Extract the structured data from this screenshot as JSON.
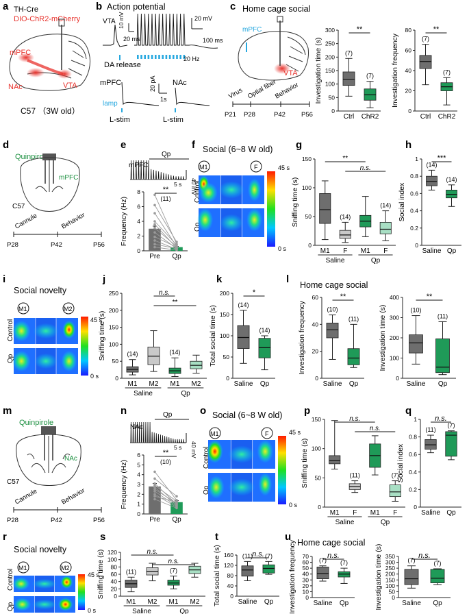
{
  "panel_letters": [
    "a",
    "b",
    "c",
    "d",
    "e",
    "f",
    "g",
    "h",
    "i",
    "j",
    "k",
    "l",
    "m",
    "n",
    "o",
    "p",
    "q",
    "r",
    "s",
    "t",
    "u"
  ],
  "a": {
    "line1": "TH-Cre",
    "line2": "DIO-ChR2-mCherry",
    "mpfc": "mPFC",
    "nac": "NAc",
    "vta": "VTA",
    "mouse": "C57 （3W old）"
  },
  "b": {
    "title": "Action potential",
    "vta": "VTA",
    "sb1_v": "10 mV",
    "sb1_t": "20 ms",
    "sb2_v": "20 mV",
    "sb2_t": "100 ms",
    "hz": "20 Hz",
    "da": "DA release",
    "mpfc": "mPFC",
    "nac": "NAc",
    "amp": "20 pA",
    "sec": "1s",
    "lamp": "lamp",
    "lstim1": "L-stim",
    "lstim2": "L-stim"
  },
  "c": {
    "title": "Home cage social",
    "mpfc": "mPFC",
    "vta": "VTA",
    "timeline": {
      "stages": [
        "Virus",
        "Optial fiber",
        "Behavior"
      ],
      "ticks": [
        "P21",
        "P28",
        "P42",
        "P56"
      ]
    }
  },
  "d": {
    "drug": "Quinpirole",
    "region": "mPFC",
    "mouse": "C57",
    "stage1": "Cannule",
    "stage2": "Behavior",
    "ticks": [
      "P28",
      "P42",
      "P56"
    ]
  },
  "e": {
    "region": "mPFC",
    "qp": "Qp",
    "sb_v": "40 mV",
    "sb_t": "5 s",
    "sig": "**",
    "n": "(11)"
  },
  "f": {
    "title": "Social (6~8 W old)",
    "m1": "M1",
    "f": "F",
    "row1": "Control",
    "row2": "Qp",
    "cmax": "45 s",
    "cmin": "0 s"
  },
  "i": {
    "title": "Social novelty",
    "m1": "M1",
    "m2": "M2",
    "row1": "Control",
    "row2": "Qp",
    "cmax": "45 s",
    "cmin": "0 s"
  },
  "l": {
    "title": "Home cage social"
  },
  "m": {
    "drug": "Quinpirole",
    "region": "NAc",
    "mouse": "C57",
    "stage1": "Cannule",
    "stage2": "Behavior",
    "ticks": [
      "P28",
      "P42",
      "P56"
    ]
  },
  "n": {
    "region": "NAc",
    "qp": "Qp",
    "sb_v": "40 mV",
    "sb_t": "5 s",
    "sig": "**",
    "n": "(10)"
  },
  "o": {
    "title": "Social (6~8 W old)",
    "m1": "M1",
    "f": "F",
    "row1": "Control",
    "row2": "Qp",
    "cmax": "45 s",
    "cmin": "0 s"
  },
  "r": {
    "title": "Social novelty",
    "m1": "M1",
    "m2": "M2",
    "row1": "Control",
    "row2": "Qp",
    "cmax": "45 s",
    "cmin": "0 s"
  },
  "u": {
    "title": "Home cage social"
  },
  "colors": {
    "gray": "#6e6e6e",
    "lightgray": "#c9c9c9",
    "green": "#1f9a58",
    "lightgreen": "#a8dfc4",
    "red": "#e8322c",
    "cyan": "#27a8df",
    "darkgreen": "#1b8f3f"
  },
  "chart_data": [
    {
      "id": "c1",
      "type": "box",
      "ylabel": "Investigation time (s)",
      "ylim": [
        0,
        300
      ],
      "yticks": [
        0,
        50,
        100,
        150,
        200,
        250,
        300
      ],
      "categories": [
        "Ctrl",
        "ChR2"
      ],
      "n": [
        "(7)",
        "(7)"
      ],
      "sig": "**",
      "boxes": [
        {
          "min": 55,
          "q1": 95,
          "med": 118,
          "q3": 145,
          "max": 195
        },
        {
          "min": 12,
          "q1": 40,
          "med": 60,
          "q3": 82,
          "max": 110
        }
      ]
    },
    {
      "id": "c2",
      "type": "box",
      "ylabel": "Investigation frequency",
      "ylim": [
        0,
        80
      ],
      "yticks": [
        0,
        20,
        40,
        60,
        80
      ],
      "categories": [
        "Ctrl",
        "ChR2"
      ],
      "n": [
        "(7)",
        "(7)"
      ],
      "sig": "**",
      "boxes": [
        {
          "min": 26,
          "q1": 42,
          "med": 49,
          "q3": 55,
          "max": 66
        },
        {
          "min": 6,
          "q1": 20,
          "med": 24,
          "q3": 28,
          "max": 33
        }
      ]
    },
    {
      "id": "e",
      "type": "bar-paired",
      "ylabel": "Frequency (Hz)",
      "ylim": [
        0,
        8
      ],
      "yticks": [
        0,
        2,
        4,
        6,
        8
      ],
      "categories": [
        "Pre",
        "Qp"
      ],
      "values": [
        3.0,
        0.5
      ],
      "errors": [
        0.35,
        0.1
      ],
      "pre": [
        7.6,
        6.2,
        5.1,
        4.0,
        3.6,
        3.1,
        2.5,
        1.9,
        1.4,
        0.9,
        0.5
      ],
      "post": [
        0.9,
        1.2,
        0.6,
        0.8,
        0.4,
        0.6,
        0.3,
        0.5,
        0.2,
        0.3,
        0.1
      ]
    },
    {
      "id": "g",
      "type": "box",
      "ylabel": "Sniffing time (s)",
      "ylim": [
        0,
        150
      ],
      "yticks": [
        0,
        50,
        100,
        150
      ],
      "categories": [
        "M1",
        "F",
        "M1",
        "F"
      ],
      "groups": [
        "Saline",
        "Qp"
      ],
      "n": [
        "",
        "(14)",
        "",
        "(14)"
      ],
      "sig": [
        {
          "a": 0,
          "b": 2,
          "t": "**"
        },
        {
          "a": 1,
          "b": 3,
          "t": "n.s."
        }
      ],
      "boxes": [
        {
          "min": 10,
          "q1": 38,
          "med": 62,
          "q3": 90,
          "max": 112
        },
        {
          "min": 5,
          "q1": 12,
          "med": 18,
          "q3": 26,
          "max": 40
        },
        {
          "min": 15,
          "q1": 32,
          "med": 42,
          "q3": 52,
          "max": 85
        },
        {
          "min": 8,
          "q1": 20,
          "med": 28,
          "q3": 40,
          "max": 60
        }
      ]
    },
    {
      "id": "h",
      "type": "box",
      "ylabel": "Social index",
      "ylim": [
        0,
        1.0
      ],
      "yticks": [
        0,
        0.2,
        0.4,
        0.6,
        0.8,
        1.0
      ],
      "categories": [
        "Saline",
        "Qp"
      ],
      "n": [
        "(14)",
        "(14)"
      ],
      "sig": "***",
      "boxes": [
        {
          "min": 0.64,
          "q1": 0.69,
          "med": 0.74,
          "q3": 0.8,
          "max": 0.87
        },
        {
          "min": 0.45,
          "q1": 0.55,
          "med": 0.59,
          "q3": 0.64,
          "max": 0.7
        }
      ]
    },
    {
      "id": "j",
      "type": "box",
      "ylabel": "Sniffing time (s)",
      "ylim": [
        0,
        250
      ],
      "yticks": [
        0,
        50,
        100,
        150,
        200,
        250
      ],
      "categories": [
        "M1",
        "M2",
        "M1",
        "M2"
      ],
      "groups": [
        "Saline",
        "Qp"
      ],
      "n": [
        "(14)",
        "",
        "(14)",
        ""
      ],
      "sig": [
        {
          "a": 1,
          "b": 2,
          "t": "n.s."
        },
        {
          "a": 1,
          "b": 3,
          "t": "**"
        }
      ],
      "boxes": [
        {
          "min": 10,
          "q1": 18,
          "med": 26,
          "q3": 34,
          "max": 55
        },
        {
          "min": 20,
          "q1": 40,
          "med": 65,
          "q3": 92,
          "max": 140
        },
        {
          "min": 5,
          "q1": 14,
          "med": 22,
          "q3": 30,
          "max": 60
        },
        {
          "min": 15,
          "q1": 28,
          "med": 38,
          "q3": 50,
          "max": 68
        }
      ]
    },
    {
      "id": "k",
      "type": "box",
      "ylabel": "Total social time (s)",
      "ylim": [
        0,
        200
      ],
      "yticks": [
        0,
        50,
        100,
        150,
        200
      ],
      "categories": [
        "Saline",
        "Qp"
      ],
      "n": [
        "(14)",
        "(14)"
      ],
      "sig": "*",
      "boxes": [
        {
          "min": 35,
          "q1": 70,
          "med": 96,
          "q3": 124,
          "max": 160
        },
        {
          "min": 20,
          "q1": 48,
          "med": 72,
          "q3": 94,
          "max": 100
        }
      ]
    },
    {
      "id": "l1",
      "type": "box",
      "ylabel": "Investigation frequency",
      "ylim": [
        0,
        60
      ],
      "yticks": [
        0,
        20,
        40,
        60
      ],
      "categories": [
        "Saline",
        "Qp"
      ],
      "n": [
        "(10)",
        "(11)"
      ],
      "sig": "**",
      "boxes": [
        {
          "min": 14,
          "q1": 30,
          "med": 36,
          "q3": 41,
          "max": 47
        },
        {
          "min": 8,
          "q1": 10,
          "med": 15,
          "q3": 22,
          "max": 40
        }
      ]
    },
    {
      "id": "l2",
      "type": "box",
      "ylabel": "Investigation time (s)",
      "ylim": [
        0,
        400
      ],
      "yticks": [
        0,
        100,
        200,
        300,
        400
      ],
      "categories": [
        "Saline",
        "Qp"
      ],
      "n": [
        "(10)",
        "(11)"
      ],
      "sig": "**",
      "boxes": [
        {
          "min": 70,
          "q1": 125,
          "med": 175,
          "q3": 215,
          "max": 310
        },
        {
          "min": 18,
          "q1": 28,
          "med": 55,
          "q3": 195,
          "max": 280
        }
      ]
    },
    {
      "id": "n",
      "type": "bar-paired",
      "ylabel": "Frequency (Hz)",
      "ylim": [
        0,
        6
      ],
      "yticks": [
        0,
        1,
        2,
        3,
        4,
        5,
        6
      ],
      "categories": [
        "Pre",
        "Qp"
      ],
      "values": [
        2.8,
        1.2
      ],
      "errors": [
        0.3,
        0.15
      ],
      "pre": [
        4.3,
        3.6,
        3.1,
        2.9,
        2.7,
        2.5,
        2.3,
        2.0,
        1.8,
        1.5
      ],
      "post": [
        1.4,
        1.8,
        1.0,
        1.3,
        0.9,
        1.1,
        0.8,
        0.7,
        1.2,
        0.6
      ]
    },
    {
      "id": "p",
      "type": "box",
      "ylabel": "Sniffing time (s)",
      "ylim": [
        0,
        150
      ],
      "yticks": [
        0,
        50,
        100,
        150
      ],
      "categories": [
        "M1",
        "F",
        "M1",
        "F"
      ],
      "groups": [
        "Saline",
        "Qp"
      ],
      "n": [
        "",
        "(11)",
        "",
        "(7)"
      ],
      "sig": [
        {
          "a": 0,
          "b": 2,
          "t": "n.s."
        },
        {
          "a": 1,
          "b": 3,
          "t": "n.s."
        }
      ],
      "boxes": [
        {
          "min": 65,
          "q1": 74,
          "med": 80,
          "q3": 88,
          "max": 148
        },
        {
          "min": 25,
          "q1": 30,
          "med": 35,
          "q3": 40,
          "max": 45
        },
        {
          "min": 55,
          "q1": 68,
          "med": 88,
          "q3": 108,
          "max": 122
        },
        {
          "min": 10,
          "q1": 18,
          "med": 26,
          "q3": 38,
          "max": 45
        }
      ]
    },
    {
      "id": "q",
      "type": "box",
      "ylabel": "Social index",
      "ylim": [
        0,
        1.0
      ],
      "yticks": [
        0,
        0.2,
        0.4,
        0.6,
        0.8,
        1.0
      ],
      "categories": [
        "Saline",
        "Qp"
      ],
      "n": [
        "(11)",
        "(7)"
      ],
      "sig": "n.s.",
      "boxes": [
        {
          "min": 0.62,
          "q1": 0.66,
          "med": 0.71,
          "q3": 0.77,
          "max": 0.82
        },
        {
          "min": 0.54,
          "q1": 0.58,
          "med": 0.82,
          "q3": 0.86,
          "max": 0.87
        }
      ]
    },
    {
      "id": "s",
      "type": "box",
      "ylabel": "Sniffing time (s)",
      "ylim": [
        0,
        120
      ],
      "yticks": [
        0,
        20,
        40,
        60,
        80,
        100,
        120
      ],
      "categories": [
        "M1",
        "M2",
        "M1",
        "M2"
      ],
      "groups": [
        "Saline",
        "Qp"
      ],
      "n": [
        "(11)",
        "",
        "(7)",
        ""
      ],
      "sig": [
        {
          "a": 0,
          "b": 2,
          "t": "n.s."
        },
        {
          "a": 1,
          "b": 3,
          "t": "n.s."
        }
      ],
      "boxes": [
        {
          "min": 12,
          "q1": 24,
          "med": 34,
          "q3": 44,
          "max": 52
        },
        {
          "min": 42,
          "q1": 58,
          "med": 68,
          "q3": 78,
          "max": 90
        },
        {
          "min": 20,
          "q1": 30,
          "med": 36,
          "q3": 44,
          "max": 55
        },
        {
          "min": 52,
          "q1": 62,
          "med": 72,
          "q3": 82,
          "max": 90
        }
      ]
    },
    {
      "id": "t",
      "type": "box",
      "ylabel": "Total social time (s)",
      "ylim": [
        0,
        160
      ],
      "yticks": [
        0,
        40,
        80,
        120,
        160
      ],
      "categories": [
        "Saline",
        "Qp"
      ],
      "n": [
        "(11)",
        "(7)"
      ],
      "sig": "n.s.",
      "boxes": [
        {
          "min": 60,
          "q1": 78,
          "med": 102,
          "q3": 118,
          "max": 135
        },
        {
          "min": 85,
          "q1": 90,
          "med": 108,
          "q3": 122,
          "max": 135
        }
      ]
    },
    {
      "id": "u1",
      "type": "box",
      "ylabel": "Investigation frequency",
      "ylim": [
        0,
        70
      ],
      "yticks": [
        0,
        10,
        20,
        30,
        40,
        50,
        60,
        70
      ],
      "categories": [
        "Saline",
        "Qp"
      ],
      "n": [
        "(7)",
        "(7)"
      ],
      "sig": "n.s.",
      "boxes": [
        {
          "min": 28,
          "q1": 32,
          "med": 41,
          "q3": 52,
          "max": 54
        },
        {
          "min": 24,
          "q1": 35,
          "med": 40,
          "q3": 44,
          "max": 50
        }
      ]
    },
    {
      "id": "u2",
      "type": "box",
      "ylabel": "Investigation time (s)",
      "ylim": [
        0,
        350
      ],
      "yticks": [
        0,
        50,
        100,
        150,
        200,
        250,
        300,
        350
      ],
      "categories": [
        "Saline",
        "Qp"
      ],
      "n": [
        "(7)",
        "(7)"
      ],
      "sig": "n.s.",
      "boxes": [
        {
          "min": 80,
          "q1": 110,
          "med": 160,
          "q3": 240,
          "max": 270
        },
        {
          "min": 110,
          "q1": 125,
          "med": 165,
          "q3": 240,
          "max": 245
        }
      ]
    }
  ]
}
